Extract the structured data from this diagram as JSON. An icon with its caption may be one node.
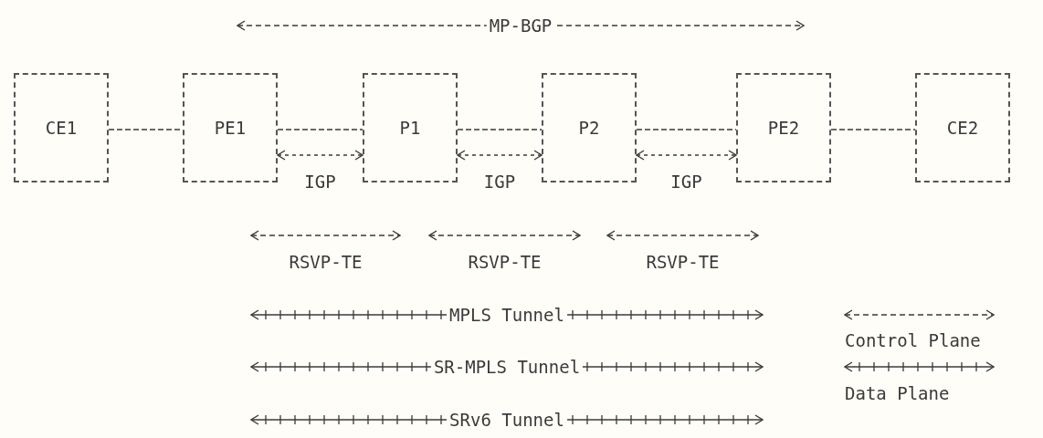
{
  "diagram": {
    "nodes": [
      {
        "text": [
          "CE1"
        ]
      },
      {
        "text": [
          "PE1"
        ]
      },
      {
        "text": [
          "P1"
        ]
      },
      {
        "text": [
          "P2"
        ]
      },
      {
        "text": [
          "PE2"
        ]
      },
      {
        "text": [
          "CE2"
        ]
      }
    ],
    "edges": [
      {
        "from": 0,
        "to": 1,
        "arrow": "none"
      },
      {
        "from": 1,
        "to": 2,
        "arrow": "none"
      },
      {
        "from": 2,
        "to": 3,
        "arrow": "none"
      },
      {
        "from": 3,
        "to": 4,
        "arrow": "none"
      },
      {
        "from": 4,
        "to": 5,
        "arrow": "none"
      },
      {
        "from": 1,
        "to": 2,
        "arrow": "both",
        "label": "IGP",
        "style": "dashed"
      },
      {
        "from": 2,
        "to": 3,
        "arrow": "both",
        "label": "IGP",
        "style": "dashed"
      },
      {
        "from": 3,
        "to": 4,
        "arrow": "both",
        "label": "IGP",
        "style": "dashed"
      }
    ],
    "labels": [
      "MP-BGP",
      "RSVP-TE",
      "RSVP-TE",
      "RSVP-TE",
      "MPLS Tunnel",
      "SR-MPLS Tunnel",
      "SRv6 Tunnel"
    ],
    "legend": [
      {
        "text": "Control Plane"
      },
      {
        "text": "Data Plane"
      }
    ]
  }
}
